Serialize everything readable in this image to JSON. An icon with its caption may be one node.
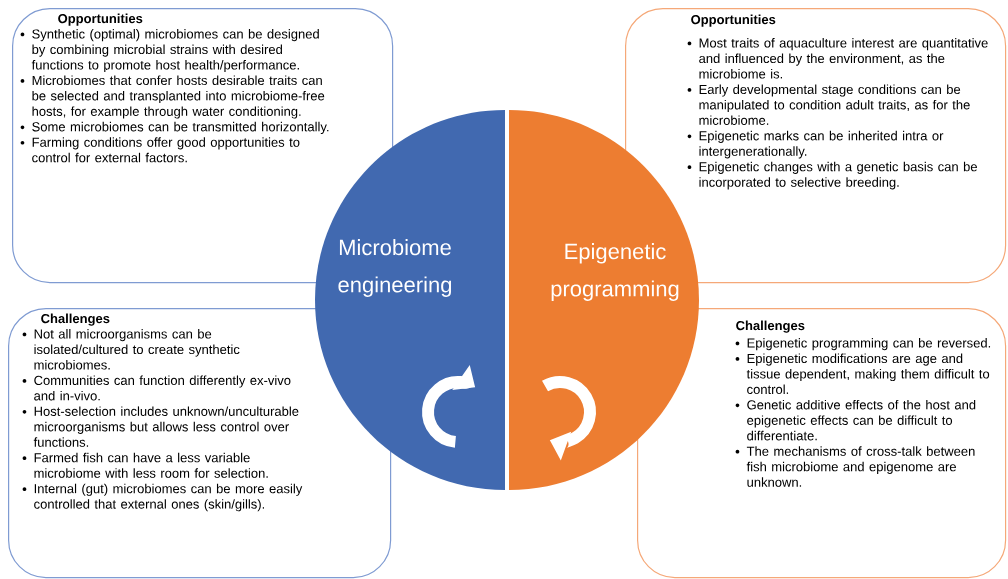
{
  "diagram": {
    "nodes": [
      {
        "text": [
          "Opportunities",
          "Synthetic (optimal) microbiomes can be designed by combining microbial strains with desired functions to promote host health/performance.",
          "Microbiomes that confer hosts desirable traits can be selected and transplanted into microbiome-free hosts, for example through water conditioning.",
          "Some microbiomes can be transmitted horizontally.",
          "Farming conditions offer good opportunities to control for external factors."
        ]
      },
      {
        "text": [
          "Opportunities",
          "Most traits of aquaculture interest are quantitative and influenced by the environment, as the microbiome is.",
          "Early developmental stage conditions can be manipulated to condition adult traits, as for the microbiome.",
          "Epigenetic marks can be inherited intra or intergenerationally.",
          "Epigenetic changes with a genetic basis can be incorporated to selective breeding."
        ]
      },
      {
        "text": [
          "Microbiome engineering"
        ]
      },
      {
        "text": [
          "Epigenetic programming"
        ]
      },
      {
        "text": [
          "Challenges",
          "Not all microorganisms can be isolated/cultured to create synthetic microbiomes.",
          "Communities can function differently ex-vivo and in-vivo.",
          "Host-selection includes unknown/unculturable microorganisms but allows less control over functions.",
          "Farmed fish can have a less variable microbiome with less room for selection.",
          "Internal (gut) microbiomes can be more easily controlled that external ones (skin/gills)."
        ]
      },
      {
        "text": [
          "Challenges",
          "Epigenetic programming can be reversed.",
          "Epigenetic modifications are age and tissue dependent, making them difficult to control.",
          "Genetic additive effects of the host and epigenetic effects can be difficult to differentiate.",
          "The mechanisms of cross-talk between fish microbiome and epigenome are unknown."
        ]
      }
    ]
  }
}
